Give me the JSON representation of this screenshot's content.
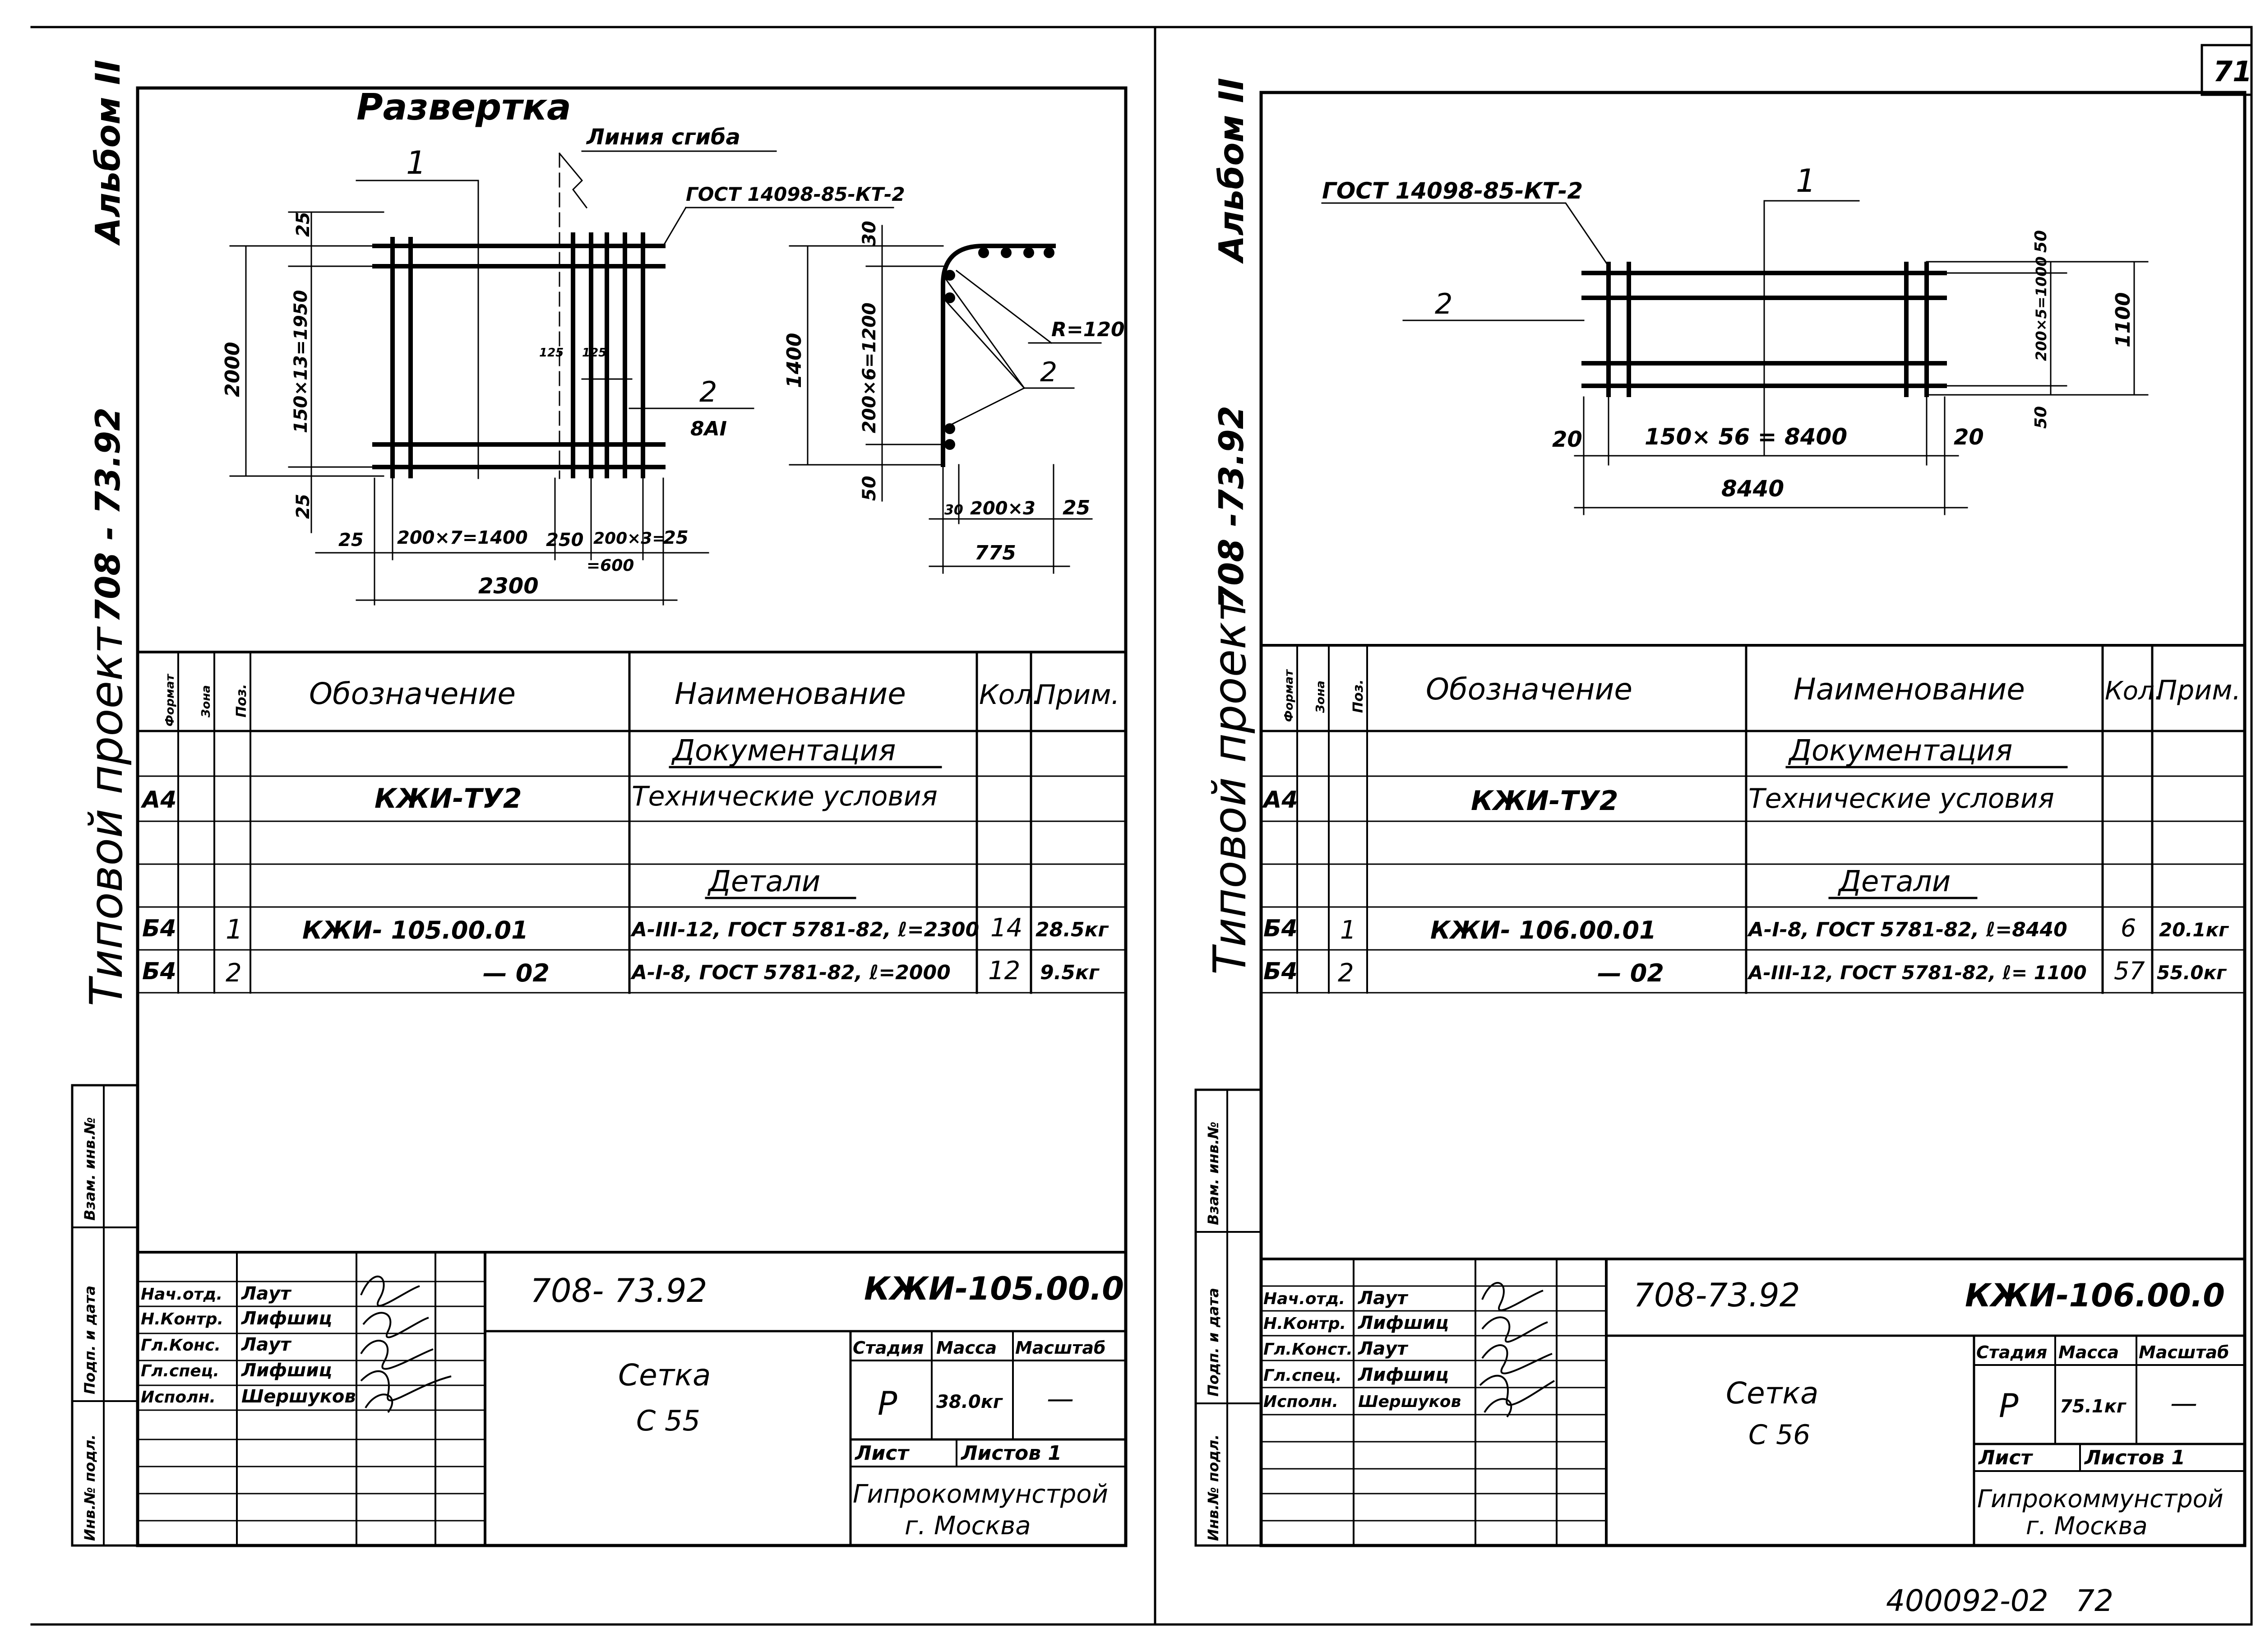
{
  "page": {
    "page_number": "71",
    "footer_code": "400092-02",
    "footer_page": "72"
  },
  "sheets": [
    {
      "side": {
        "album": "Альбом II",
        "project": "708 - 73.92",
        "typical": "Типовой проект"
      },
      "drawing": {
        "title": "Развертка",
        "bend_line_label": "Линия сгиба",
        "gost_label": "ГОСТ 14098-85-КТ-2",
        "pos1": "1",
        "pos2": "2",
        "pos2_note": "8АI",
        "dim_25_top": "25",
        "dim_2000": "2000",
        "dim_150x13": "150×13=1950",
        "dim_25_bot": "25",
        "dim_125a": "125",
        "dim_125b": "125",
        "dim_25_left": "25",
        "dim_200x7": "200×7=1400",
        "dim_250": "250",
        "dim_200x3": "200×3=",
        "dim_600": "=600",
        "dim_25_right": "25",
        "dim_2300": "2300",
        "dim_30": "30",
        "dim_1400": "1400",
        "dim_200x6": "200×6=1200",
        "dim_50": "50",
        "dim_r120": "R=120",
        "pos2_b": "2",
        "dim_30b": "30",
        "dim_200x3b": "200×3",
        "dim_25b": "25",
        "dim_775": "775"
      },
      "spec": {
        "headers": {
          "format": "Формат",
          "zone": "Зона",
          "pos": "Поз.",
          "designation": "Обозначение",
          "name": "Наименование",
          "qty": "Кол.",
          "note": "Прим."
        },
        "section_doc": "Документация",
        "doc_row": {
          "format": "А4",
          "designation": "КЖИ-ТУ2",
          "name": "Технические условия"
        },
        "section_parts": "Детали",
        "rows": [
          {
            "format": "Б4",
            "pos": "1",
            "designation": "КЖИ- 105.00.01",
            "name": "А-III-12, ГОСТ 5781-82, ℓ=2300",
            "qty": "14",
            "note": "28.5кг"
          },
          {
            "format": "Б4",
            "pos": "2",
            "designation": "— 02",
            "name": "А-I-8, ГОСТ 5781-82, ℓ=2000",
            "qty": "12",
            "note": "9.5кг"
          }
        ]
      },
      "side_stamp": {
        "inv_vzam": "Взам. инв.№",
        "sign_date": "Подп. и дата",
        "inv_orig": "Инв.№ подл."
      },
      "stamp": {
        "project_code": "708- 73.92",
        "doc_code": "КЖИ-105.00.0",
        "roles": [
          "Нач.отд.",
          "Н.Контр.",
          "Гл.Конс.",
          "Гл.спец.",
          "Исполн."
        ],
        "names": [
          "Лаут",
          "Лифшиц",
          "Лаут",
          "Лифшиц",
          "Шершуков"
        ],
        "title1": "Сетка",
        "title2": "С 55",
        "stage_h": "Стадия",
        "mass_h": "Масса",
        "scale_h": "Масштаб",
        "stage": "Р",
        "mass": "38.0кг",
        "scale": "—",
        "sheet": "Лист",
        "sheets": "Листов 1",
        "org1": "Гипрокоммунстрой",
        "org2": "г. Москва"
      }
    },
    {
      "side": {
        "album": "Альбом II",
        "project": "708 -73.92",
        "typical": "Типовой проект"
      },
      "drawing": {
        "gost_label": "ГОСТ 14098-85-КТ-2",
        "pos1": "1",
        "pos2": "2",
        "dim_50a": "50",
        "dim_200x5": "200×5=1000",
        "dim_1100": "1100",
        "dim_50b": "50",
        "dim_20a": "20",
        "dim_150x56": "150× 56 = 8400",
        "dim_20b": "20",
        "dim_8440": "8440"
      },
      "spec": {
        "headers": {
          "format": "Формат",
          "zone": "Зона",
          "pos": "Поз.",
          "designation": "Обозначение",
          "name": "Наименование",
          "qty": "Кол.",
          "note": "Прим."
        },
        "section_doc": "Документация",
        "doc_row": {
          "format": "А4",
          "designation": "КЖИ-ТУ2",
          "name": "Технические условия"
        },
        "section_parts": "Детали",
        "rows": [
          {
            "format": "Б4",
            "pos": "1",
            "designation": "КЖИ- 106.00.01",
            "name": "А-I-8, ГОСТ 5781-82, ℓ=8440",
            "qty": "6",
            "note": "20.1кг"
          },
          {
            "format": "Б4",
            "pos": "2",
            "designation": "— 02",
            "name": "А-III-12, ГОСТ 5781-82, ℓ= 1100",
            "qty": "57",
            "note": "55.0кг"
          }
        ]
      },
      "side_stamp": {
        "inv_vzam": "Взам. инв.№",
        "sign_date": "Подп. и дата",
        "inv_orig": "Инв.№ подл."
      },
      "stamp": {
        "project_code": "708-73.92",
        "doc_code": "КЖИ-106.00.0",
        "roles": [
          "Нач.отд.",
          "Н.Контр.",
          "Гл.Конст.",
          "Гл.спец.",
          "Исполн."
        ],
        "names": [
          "Лаут",
          "Лифшиц",
          "Лаут",
          "Лифшиц",
          "Шершуков"
        ],
        "title1": "Сетка",
        "title2": "С 56",
        "stage_h": "Стадия",
        "mass_h": "Масса",
        "scale_h": "Масштаб",
        "stage": "Р",
        "mass": "75.1кг",
        "scale": "—",
        "sheet": "Лист",
        "sheets": "Листов 1",
        "org1": "Гипрокоммунстрой",
        "org2": "г. Москва"
      }
    }
  ]
}
